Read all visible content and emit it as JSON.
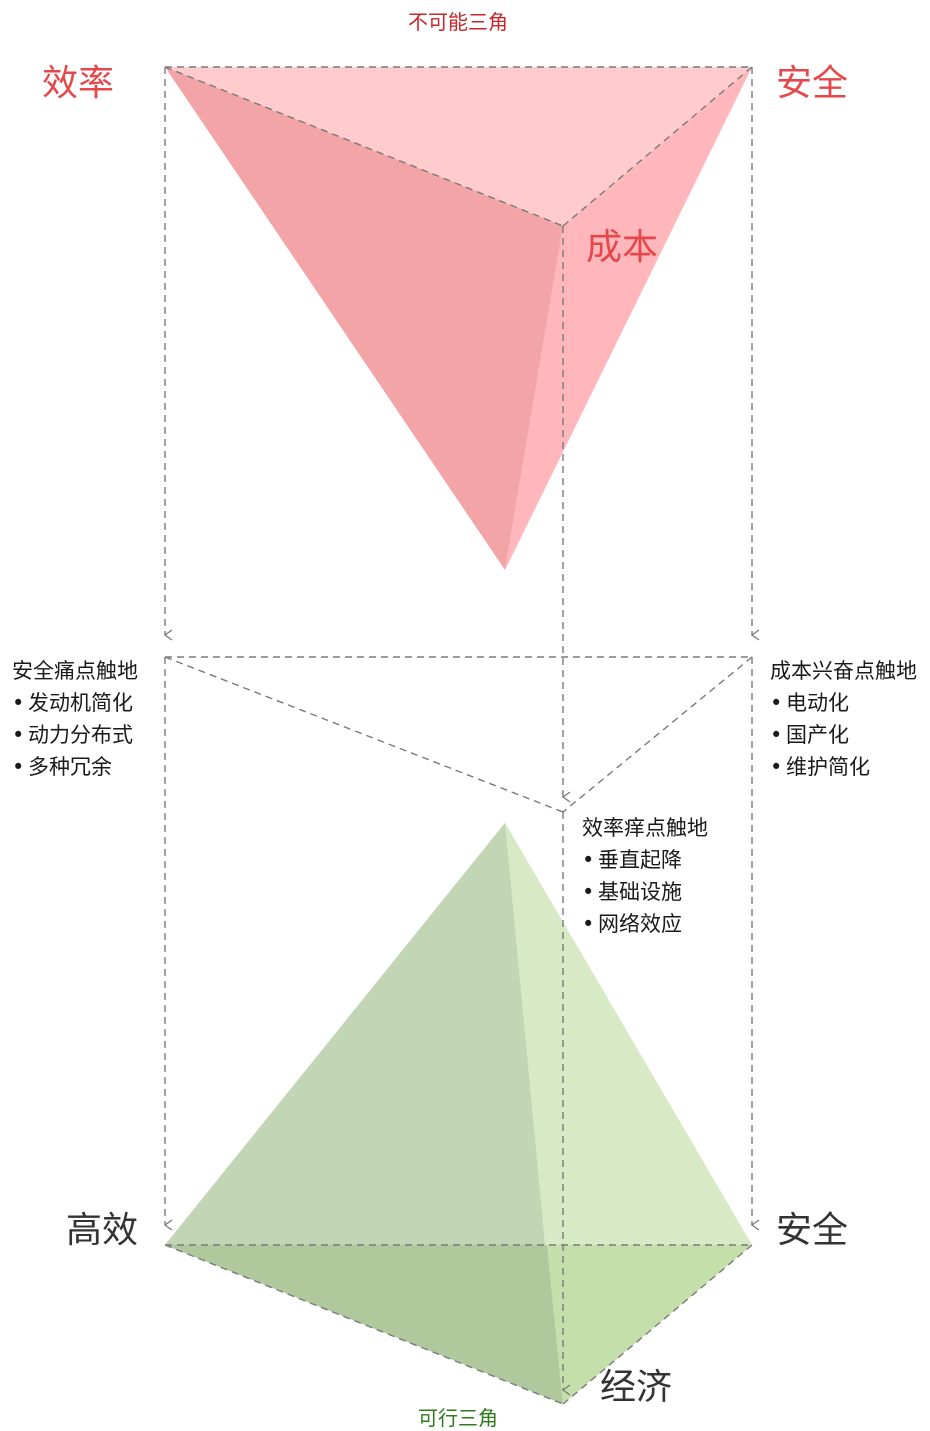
{
  "impossible_triangle": {
    "title": "不可能三角",
    "vertices": {
      "left": "效率",
      "right": "安全",
      "back": "成本"
    },
    "colors": {
      "left_face": "#f2a4a6",
      "right_face": "#ffb7bb",
      "top_face": "#ffcbcc",
      "label": "#e4484b",
      "title": "#c8262a"
    }
  },
  "feasible_triangle": {
    "title": "可行三角",
    "vertices": {
      "left": "高效",
      "right": "安全",
      "front": "经济"
    },
    "colors": {
      "left_face": "#c2d6b6",
      "right_face": "#d7eac5",
      "bottom_left_face": "#afc89c",
      "bottom_right_face": "#c5dfaa",
      "title": "#2f7a1c"
    }
  },
  "notes": {
    "safety": {
      "heading": "安全痛点触地",
      "items": [
        "发动机简化",
        "动力分布式",
        "多种冗余"
      ]
    },
    "cost": {
      "heading": "成本兴奋点触地",
      "items": [
        "电动化",
        "国产化",
        "维护简化"
      ]
    },
    "efficiency": {
      "heading": "效率痒点触地",
      "items": [
        "垂直起降",
        "基础设施",
        "网络效应"
      ]
    }
  }
}
